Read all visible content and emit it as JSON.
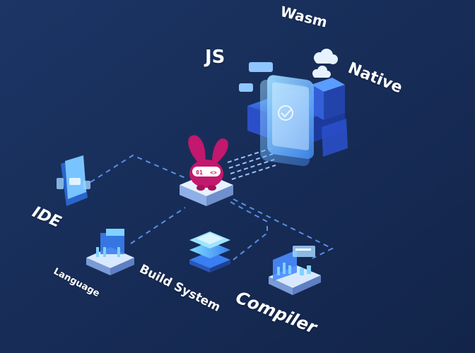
{
  "labels": {
    "wasm": "Wasm",
    "js": "JS",
    "native": "Native",
    "ide": "IDE",
    "language": "Language",
    "build_system": "Build System",
    "compiler": "Compiler"
  },
  "mascot_text": {
    "left_glyph": "01",
    "right_glyph": "<>"
  },
  "colors": {
    "background": "#152a53",
    "connector": "#5b8de6",
    "mascot": "#c2186d",
    "accent_blue": "#3d7cf2",
    "accent_cyan": "#7fd3ff"
  }
}
